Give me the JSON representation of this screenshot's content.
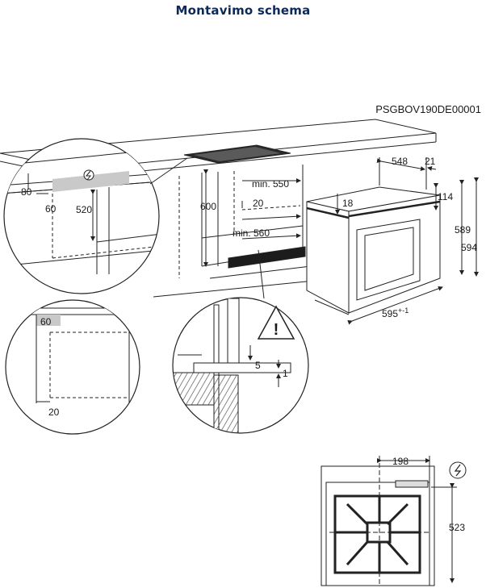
{
  "header": {
    "title": "Montavimo schema"
  },
  "figure_code": "PSGBOV190DE00001",
  "dimensions": {
    "d80": "80",
    "d60_top": "60",
    "d520": "520",
    "d600": "600",
    "min550": "min. 550",
    "d20_mid": "20",
    "min560": "min. 560",
    "d548": "548",
    "d21": "21",
    "d18": "18",
    "d114": "114",
    "d589": "589",
    "d594": "594",
    "d595": "595",
    "d595_tol": "+-1",
    "d60_left": "60",
    "d20_left": "20",
    "d5": "5",
    "d1": "1",
    "d198": "198",
    "d523": "523"
  },
  "icons": {
    "power": "power-connection-icon",
    "warning": "warning-triangle-icon"
  }
}
